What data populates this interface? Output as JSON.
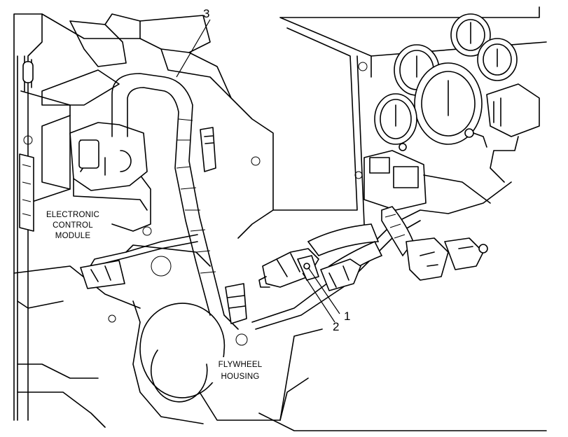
{
  "labels": {
    "ecm_line1": "ELECTRONIC",
    "ecm_line2": "CONTROL",
    "ecm_line3": "MODULE",
    "flywheel_line1": "FLYWHEEL",
    "flywheel_line2": "HOUSING"
  },
  "callouts": {
    "c1": "1",
    "c2": "2",
    "c3": "3"
  }
}
